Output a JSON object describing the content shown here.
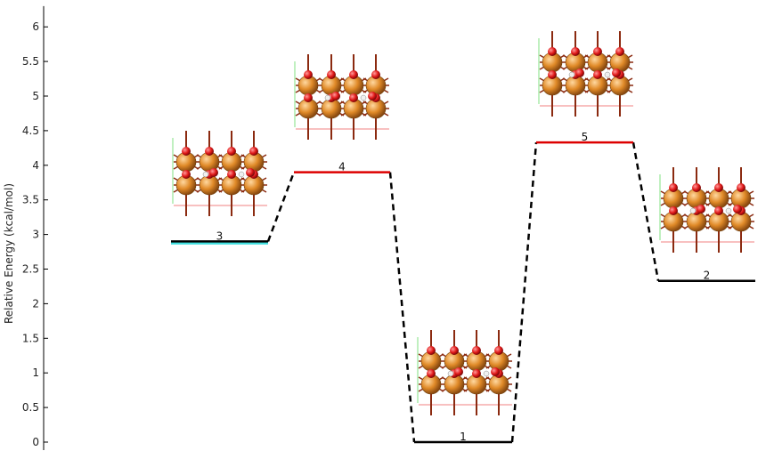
{
  "chart_data": {
    "type": "energy-level-diagram",
    "ylabel": "Relative Energy (kcal/mol)",
    "ylim": [
      0,
      6.3
    ],
    "yticks": [
      "0",
      "0.5",
      "1",
      "1.5",
      "2",
      "2.5",
      "3",
      "3.5",
      "4",
      "4.5",
      "5",
      "5.5",
      "6"
    ],
    "grid": false,
    "levels": [
      {
        "label": "3",
        "value": 2.9,
        "color": "#000000",
        "highlight": "#40e0e0"
      },
      {
        "label": "4",
        "value": 3.9,
        "color": "#dd0000",
        "highlight": ""
      },
      {
        "label": "1",
        "value": 0.0,
        "color": "#000000",
        "highlight": ""
      },
      {
        "label": "5",
        "value": 4.33,
        "color": "#dd0000",
        "highlight": ""
      },
      {
        "label": "2",
        "value": 2.33,
        "color": "#000000",
        "highlight": ""
      }
    ],
    "connections": [
      [
        0,
        1
      ],
      [
        1,
        2
      ],
      [
        2,
        3
      ],
      [
        3,
        4
      ]
    ],
    "structure_colors": {
      "metal_atom": "#e08a28",
      "oxygen_atom": "#e01818",
      "hydrogen_atom": "#f0f0f0",
      "bond": "#8b2a10"
    }
  }
}
